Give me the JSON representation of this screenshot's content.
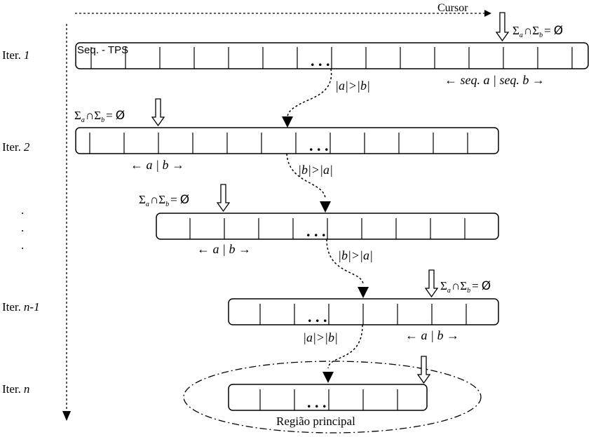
{
  "cursor_label": "Cursor",
  "seq_label": "Seq. - TPS",
  "iterations": [
    {
      "prefix": "Iter.",
      "index": "1"
    },
    {
      "prefix": "Iter.",
      "index": "2"
    },
    {
      "prefix": "Iter.",
      "index": "n-1"
    },
    {
      "prefix": "Iter.",
      "index": "n"
    }
  ],
  "vertical_dots": ".",
  "ellipsis": ". . .",
  "disjoint_condition": {
    "sigma": "Σ",
    "sub_a": "a",
    "sub_b": "b",
    "intersect": "∩",
    "equals": "=",
    "empty": "Ø"
  },
  "comparisons": {
    "a_gt_b": "|a|>|b|",
    "b_gt_a": "|b|>|a|"
  },
  "split_labels": {
    "long": "← seq. a | seq. b →",
    "short": "← a | b →"
  },
  "main_region_label": "Região principal"
}
